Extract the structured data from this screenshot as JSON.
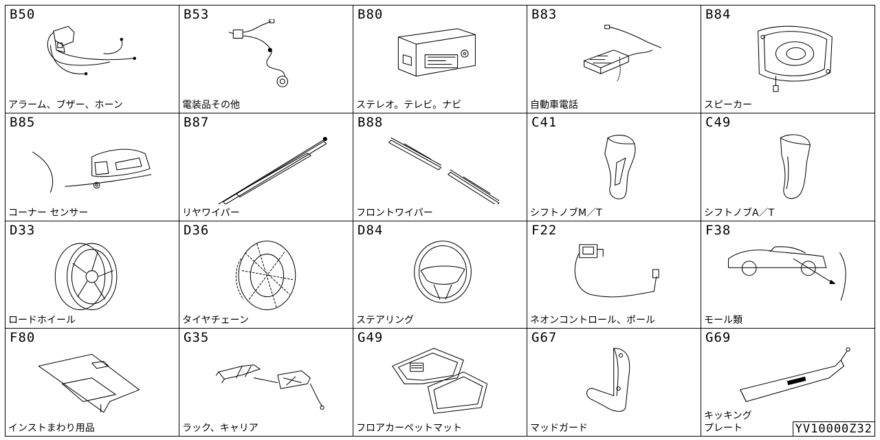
{
  "cells": [
    {
      "code": "B50",
      "label": "アラーム、ブザー、ホーン",
      "icon": "alarm-horn-icon"
    },
    {
      "code": "B53",
      "label": "電装品その他",
      "icon": "electrical-parts-icon"
    },
    {
      "code": "B80",
      "label": "ステレオ。テレビ。ナビ",
      "icon": "stereo-unit-icon"
    },
    {
      "code": "B83",
      "label": "自動車電話",
      "icon": "car-phone-icon"
    },
    {
      "code": "B84",
      "label": "スピーカー",
      "icon": "speaker-icon"
    },
    {
      "code": "B85",
      "label": "コーナー センサー",
      "icon": "corner-sensor-icon"
    },
    {
      "code": "B87",
      "label": "リヤワイパー",
      "icon": "rear-wiper-icon"
    },
    {
      "code": "B88",
      "label": "フロントワイパー",
      "icon": "front-wiper-icon"
    },
    {
      "code": "C41",
      "label": "シフトノブM／T",
      "icon": "shift-knob-mt-icon"
    },
    {
      "code": "C49",
      "label": "シフトノブA／T",
      "icon": "shift-knob-at-icon"
    },
    {
      "code": "D33",
      "label": "ロードホイール",
      "icon": "road-wheel-icon"
    },
    {
      "code": "D36",
      "label": "タイヤチェーン",
      "icon": "tire-chain-icon"
    },
    {
      "code": "D84",
      "label": "ステアリング",
      "icon": "steering-wheel-icon"
    },
    {
      "code": "F22",
      "label": "ネオンコントロール、ポール",
      "icon": "neon-control-icon"
    },
    {
      "code": "F38",
      "label": "モール類",
      "icon": "molding-icon"
    },
    {
      "code": "F80",
      "label": "インストまわり用品",
      "icon": "instrument-panel-icon"
    },
    {
      "code": "G35",
      "label": "ラック、キャリア",
      "icon": "roof-rack-icon"
    },
    {
      "code": "G49",
      "label": "フロアカーペットマット",
      "icon": "floor-mat-icon"
    },
    {
      "code": "G67",
      "label": "マッドガード",
      "icon": "mud-guard-icon"
    },
    {
      "code": "G69",
      "label": "キッキング\nプレート",
      "icon": "kicking-plate-icon"
    }
  ],
  "reference_code": "YV10000Z32"
}
